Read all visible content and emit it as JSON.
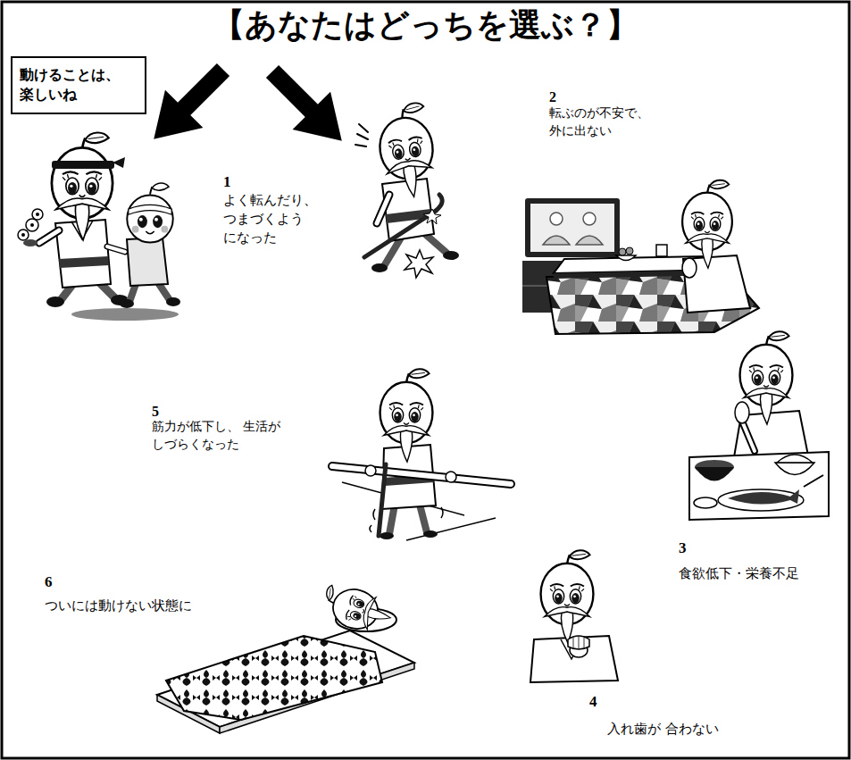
{
  "diagram": {
    "title": "【あなたはどっちを選ぶ？】",
    "nodes": [
      {
        "text": [
          "動けることは、 楽しいね"
        ]
      }
    ],
    "labels": [
      "1",
      "よく転んだり、 つまづくよう になった",
      "2",
      "転ぶのが不安で、 外に出ない",
      "3",
      "食欲低下・栄養不足",
      "4",
      "入れ歯が 合わない",
      "5",
      "筋力が低下し、 生活が しづらくなった",
      "6",
      "ついには動けない状態に"
    ]
  }
}
